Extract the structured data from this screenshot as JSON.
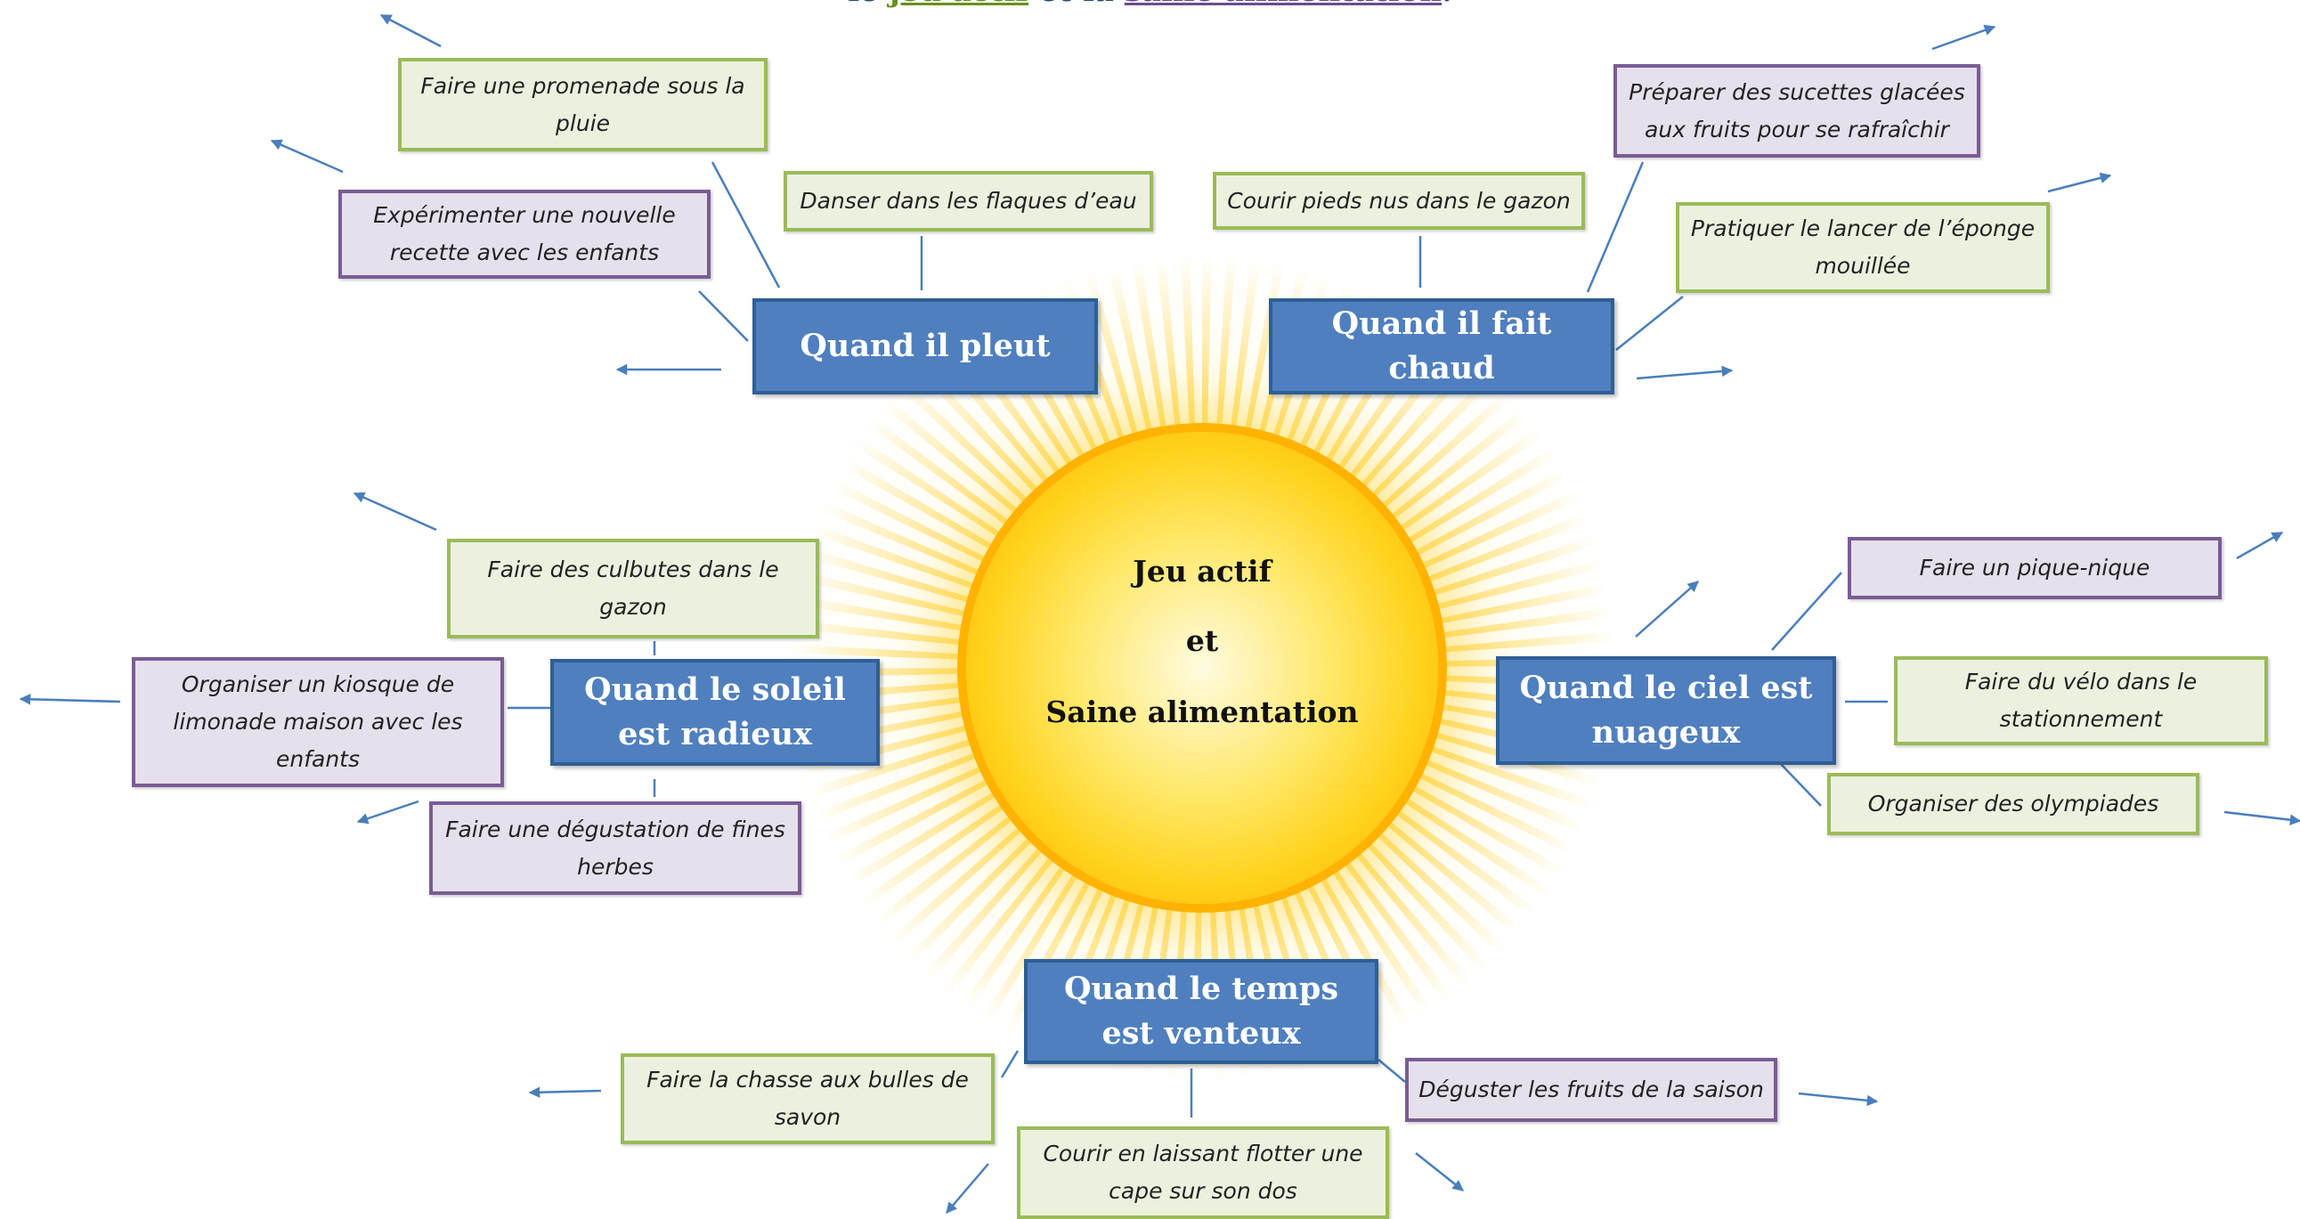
{
  "title": {
    "prefix": "le ",
    "jeu": "jeu actif",
    "middle": " et la ",
    "saine": "saine alimentation",
    "suffix": "."
  },
  "center": {
    "line1": "Jeu actif",
    "line2": "et",
    "line3": "Saine alimentation"
  },
  "categories": {
    "pleut": "Quand il pleut",
    "chaud": "Quand il fait chaud",
    "soleil": "Quand le soleil est radieux",
    "nuageux": "Quand le ciel est nuageux",
    "venteux": "Quand le temps est venteux"
  },
  "activities": {
    "promenade": "Faire une promenade sous la pluie",
    "danser": "Danser dans les flaques d’eau",
    "recette": "Expérimenter une nouvelle recette avec les enfants",
    "pieds_nus": "Courir pieds nus dans le gazon",
    "sucettes": "Préparer des sucettes glacées aux fruits pour se rafraîchir",
    "eponge": "Pratiquer le lancer de l’éponge mouillée",
    "culbutes": "Faire des culbutes dans le gazon",
    "kiosque": "Organiser un kiosque de limonade maison avec les enfants",
    "herbes": "Faire une dégustation de fines herbes",
    "pique_nique": "Faire un pique-nique",
    "velo": "Faire du vélo dans le stationnement",
    "olympiades": "Organiser des olympiades",
    "bulles": "Faire la chasse aux bulles de savon",
    "cape": "Courir en laissant flotter une cape sur son dos",
    "fruits_saison": "Déguster les fruits de la saison"
  },
  "colors": {
    "category_fill": "#4f7fbf",
    "category_border": "#2f5f93",
    "activity_green": "#9bbb59",
    "activity_purple": "#7a5c95",
    "connector": "#4a7ebb"
  }
}
